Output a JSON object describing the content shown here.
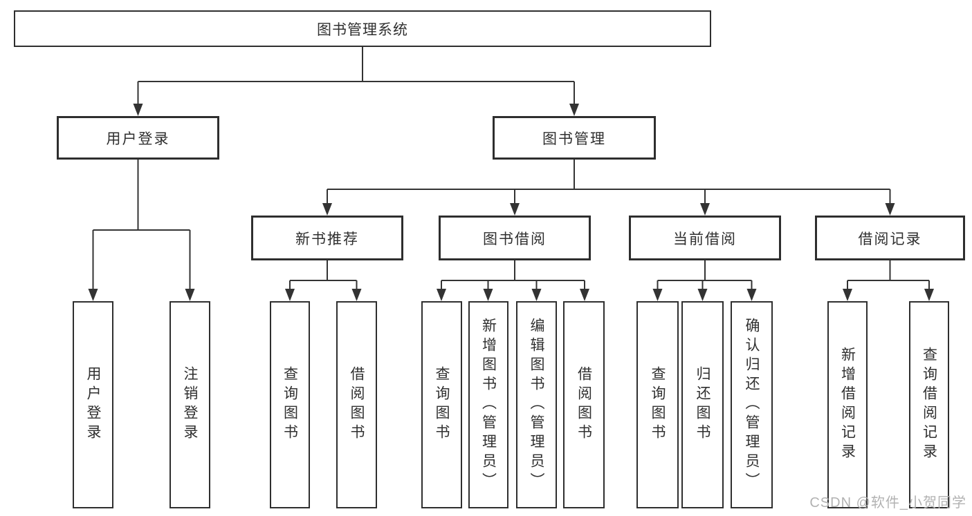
{
  "tree": {
    "root": {
      "label": "图书管理系统"
    },
    "children": [
      {
        "label": "用户登录",
        "children": [
          {
            "label": "用户登录"
          },
          {
            "label": "注销登录"
          }
        ]
      },
      {
        "label": "图书管理",
        "children": [
          {
            "label": "新书推荐",
            "children": [
              {
                "label": "查询图书"
              },
              {
                "label": "借阅图书"
              }
            ]
          },
          {
            "label": "图书借阅",
            "children": [
              {
                "label": "查询图书"
              },
              {
                "label": "新增图书（管理员）"
              },
              {
                "label": "编辑图书（管理员）"
              },
              {
                "label": "借阅图书"
              }
            ]
          },
          {
            "label": "当前借阅",
            "children": [
              {
                "label": "查询图书"
              },
              {
                "label": "归还图书"
              },
              {
                "label": "确认归还（管理员）"
              }
            ]
          },
          {
            "label": "借阅记录",
            "children": [
              {
                "label": "新增借阅记录"
              },
              {
                "label": "查询借阅记录"
              }
            ]
          }
        ]
      }
    ]
  },
  "watermark": {
    "text": "CSDN @软件_小贺同学"
  },
  "colors": {
    "line": "#333333",
    "border": "#2e2e2e",
    "text": "#2f2f2f",
    "watermark": "#b2b2b2",
    "bg": "#ffffff"
  }
}
